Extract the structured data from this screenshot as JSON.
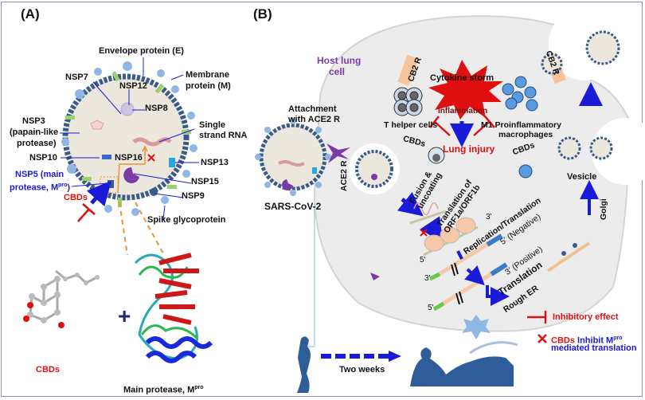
{
  "panels": {
    "a": {
      "label": "(A)",
      "virion_labels": {
        "envelope": "Envelope protein (E)",
        "membrane_1": "Membrane",
        "membrane_2": "protein (M)",
        "nsp7": "NSP7",
        "nsp12": "NSP12",
        "nsp8": "NSP8",
        "nsp3_1": "NSP3",
        "nsp3_2": "(papain-like",
        "nsp3_3": "protease)",
        "ssrna_1": "Single",
        "ssrna_2": "strand RNA",
        "nsp10": "NSP10",
        "nsp16": "NSP16",
        "nsp13": "NSP13",
        "nsp5_1": "NSP5 (main",
        "nsp5_2": "protease, M",
        "nsp5_sup": "pro",
        "nsp5_end": ")",
        "nsp15": "NSP15",
        "nsp9": "NSP9",
        "cbds": "CBDs",
        "spike": "Spike glycoprotein"
      },
      "bottom": {
        "cbds_molecule": "CBDs",
        "plus": "+",
        "mpro_label": "Main protease, M",
        "mpro_sup": "pro"
      }
    },
    "b": {
      "label": "(B)",
      "host_cell_1": "Host lung",
      "host_cell_2": "cell",
      "attachment_1": "Attachment",
      "attachment_2": "with ACE2 R",
      "virus_name": "SARS-CoV-2",
      "ace2": "ACE2 R",
      "cb2r_left": "CB2 R",
      "cb2r_right": "CB2 R",
      "cytokine_storm": "Cytokine storm",
      "inflammation": "Inflammation",
      "t_helper": "T helper cells",
      "m1_1": "M1 Proinflammatory",
      "m1_2": "macrophages",
      "cbds_left": "CBDs",
      "cbds_right": "CBDs",
      "lung_injury": "Lung injury",
      "fusion_1": "Fusion &",
      "fusion_2": "uncoating",
      "translation_orf_1": "Translation of",
      "translation_orf_2": "ORF1a/ORF1b",
      "three_prime_1": "3'",
      "five_prime_1": "5'",
      "replication": "Replication/Translation",
      "negative": "5' (Negative)",
      "three_prime_2": "3'",
      "positive": "3' (Positive)",
      "five_prime_2": "5'",
      "translation": "Translation",
      "rough_er": "Rough ER",
      "golgi": "Golgi",
      "vesicle": "Vesicle",
      "two_weeks": "Two weeks"
    },
    "legend": {
      "inhibitory": "Inhibitory effect",
      "cbds_word": "CBDs",
      "inhibit_word": "Inhibit M",
      "inhibit_sup": "pro",
      "inhibit_line2": "mediated translation"
    }
  },
  "colors": {
    "frame": "#8a8fd0",
    "red": "#e01010",
    "blue": "#1a1ad8",
    "purple": "#7a3aa8",
    "cell": "#ececec",
    "virion_fill": "#ece7dc",
    "membrane": "#3a5a8a",
    "spike": "#8fb6e4",
    "orange": "#e8923a",
    "silhouette": "#2f5d9a"
  }
}
